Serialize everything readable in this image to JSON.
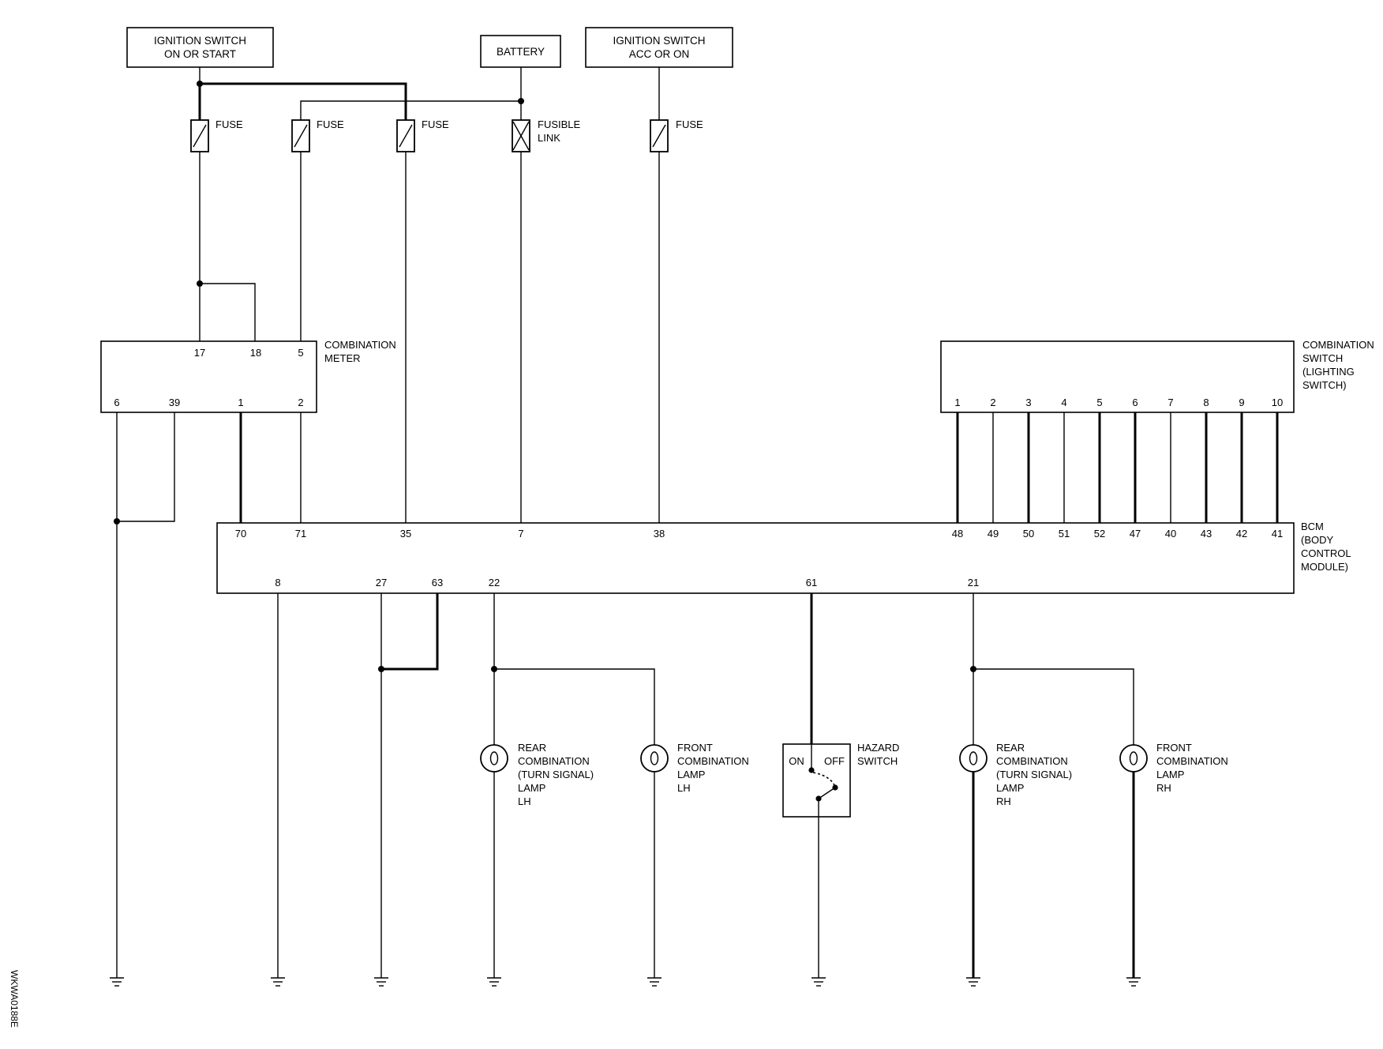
{
  "sources": {
    "ign_on_start": [
      "IGNITION SWITCH",
      "ON OR START"
    ],
    "battery": "BATTERY",
    "ign_acc_on": [
      "IGNITION SWITCH",
      "ACC OR ON"
    ]
  },
  "fuses": {
    "fuse_label": "FUSE",
    "fusible_link": [
      "FUSIBLE",
      "LINK"
    ]
  },
  "combination_meter": {
    "label": [
      "COMBINATION",
      "METER"
    ],
    "top_pins": [
      "17",
      "18",
      "5"
    ],
    "bottom_pins": [
      "6",
      "39",
      "1",
      "2"
    ]
  },
  "combination_switch": {
    "label": [
      "COMBINATION",
      "SWITCH",
      "(LIGHTING",
      "SWITCH)"
    ],
    "pins": [
      "1",
      "2",
      "3",
      "4",
      "5",
      "6",
      "7",
      "8",
      "9",
      "10"
    ]
  },
  "bcm": {
    "label": [
      "BCM",
      "(BODY",
      "CONTROL",
      "MODULE)"
    ],
    "top_pins_left": [
      "70",
      "71",
      "35",
      "7",
      "38"
    ],
    "top_pins_right": [
      "48",
      "49",
      "50",
      "51",
      "52",
      "47",
      "40",
      "43",
      "42",
      "41"
    ],
    "bottom_pins": [
      "8",
      "27",
      "63",
      "22",
      "61",
      "21"
    ]
  },
  "lamps": {
    "rear_lh": [
      "REAR",
      "COMBINATION",
      "(TURN SIGNAL)",
      "LAMP",
      "LH"
    ],
    "front_lh": [
      "FRONT",
      "COMBINATION",
      "LAMP",
      "LH"
    ],
    "rear_rh": [
      "REAR",
      "COMBINATION",
      "(TURN SIGNAL)",
      "LAMP",
      "RH"
    ],
    "front_rh": [
      "FRONT",
      "COMBINATION",
      "LAMP",
      "RH"
    ]
  },
  "hazard_switch": {
    "label": [
      "HAZARD",
      "SWITCH"
    ],
    "on": "ON",
    "off": "OFF"
  },
  "figure_code": "WKWA0188E"
}
